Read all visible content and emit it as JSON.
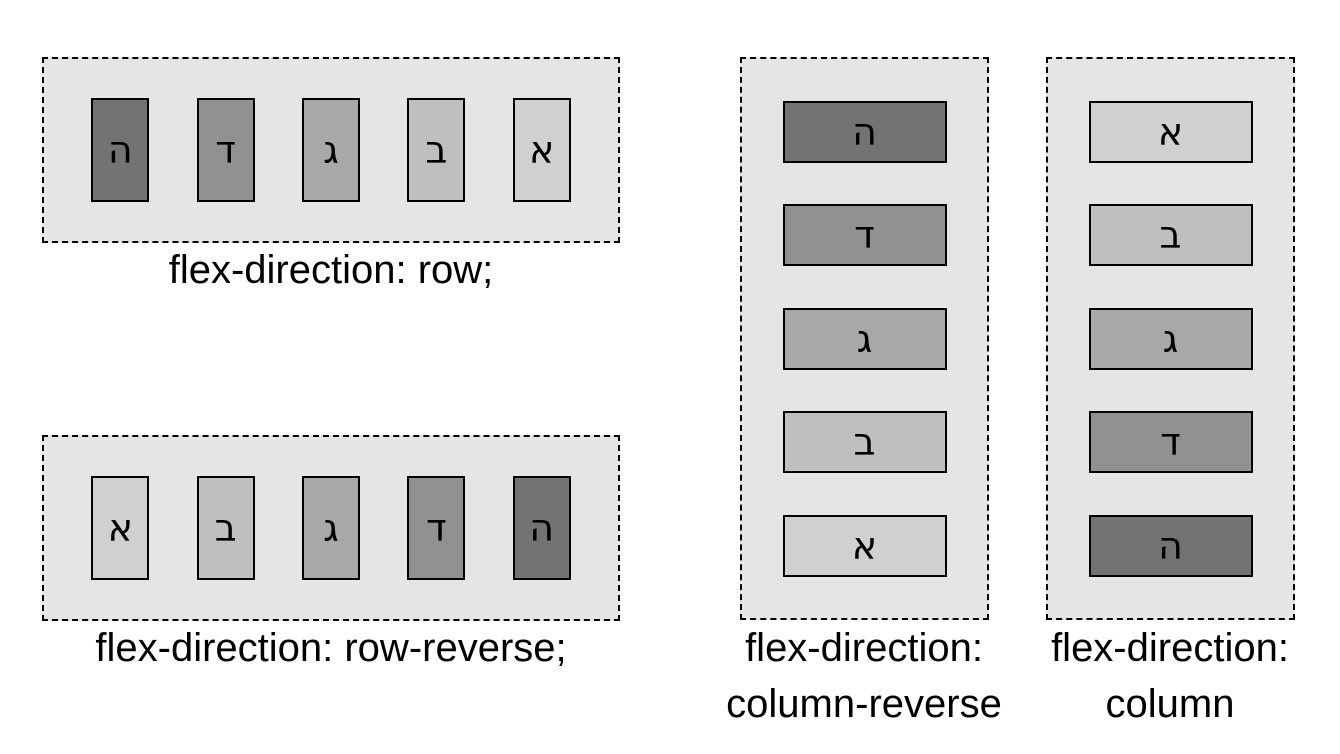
{
  "figure": {
    "background": "#ffffff",
    "container_bg": "#e5e5e5",
    "border_color": "#000000",
    "text_color": "#000000"
  },
  "demos": [
    {
      "name": "row",
      "orientation": "row",
      "label_lines": [
        "flex-direction: row;"
      ],
      "items": [
        {
          "name": "he",
          "letter": "ה",
          "color": "#737373"
        },
        {
          "name": "dalet",
          "letter": "ד",
          "color": "#919191"
        },
        {
          "name": "gimel",
          "letter": "ג",
          "color": "#a8a8a8"
        },
        {
          "name": "bet",
          "letter": "ב",
          "color": "#bfbfbf"
        },
        {
          "name": "alef",
          "letter": "א",
          "color": "#d0d0d0"
        }
      ]
    },
    {
      "name": "row-reverse",
      "orientation": "row",
      "label_lines": [
        "flex-direction: row-reverse;"
      ],
      "items": [
        {
          "name": "alef",
          "letter": "א",
          "color": "#d0d0d0"
        },
        {
          "name": "bet",
          "letter": "ב",
          "color": "#bfbfbf"
        },
        {
          "name": "gimel",
          "letter": "ג",
          "color": "#a8a8a8"
        },
        {
          "name": "dalet",
          "letter": "ד",
          "color": "#919191"
        },
        {
          "name": "he",
          "letter": "ה",
          "color": "#737373"
        }
      ]
    },
    {
      "name": "column-reverse",
      "orientation": "column",
      "label_lines": [
        "flex-direction:",
        "column-reverse"
      ],
      "items": [
        {
          "name": "he",
          "letter": "ה",
          "color": "#737373"
        },
        {
          "name": "dalet",
          "letter": "ד",
          "color": "#919191"
        },
        {
          "name": "gimel",
          "letter": "ג",
          "color": "#a8a8a8"
        },
        {
          "name": "bet",
          "letter": "ב",
          "color": "#bfbfbf"
        },
        {
          "name": "alef",
          "letter": "א",
          "color": "#d0d0d0"
        }
      ]
    },
    {
      "name": "column",
      "orientation": "column",
      "label_lines": [
        "flex-direction:",
        "column"
      ],
      "items": [
        {
          "name": "alef",
          "letter": "א",
          "color": "#d0d0d0"
        },
        {
          "name": "bet",
          "letter": "ב",
          "color": "#bfbfbf"
        },
        {
          "name": "gimel",
          "letter": "ג",
          "color": "#a8a8a8"
        },
        {
          "name": "dalet",
          "letter": "ד",
          "color": "#919191"
        },
        {
          "name": "he",
          "letter": "ה",
          "color": "#737373"
        }
      ]
    }
  ]
}
